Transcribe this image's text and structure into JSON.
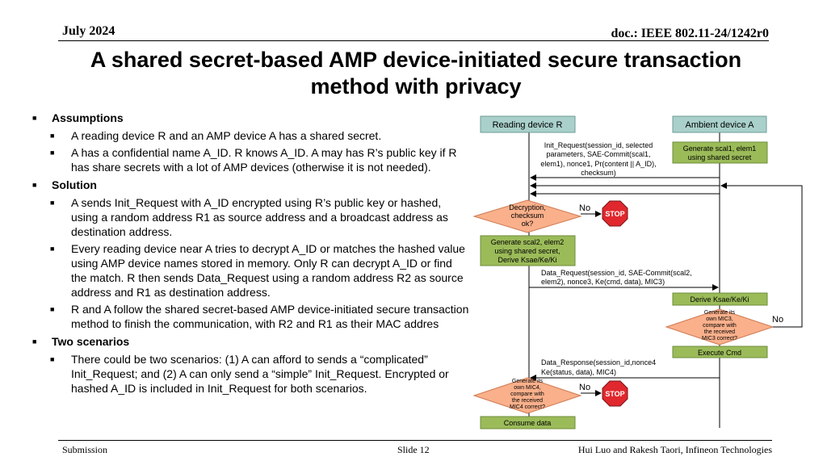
{
  "header": {
    "date": "July 2024",
    "doc": "doc.: IEEE 802.11-24/1242r0"
  },
  "title": "A shared secret-based AMP device-initiated secure transaction method with privacy",
  "bullets": {
    "assumptions": {
      "heading": "Assumptions",
      "items": [
        "A reading device R and an AMP device A has a shared secret.",
        "A has a confidential name A_ID. R knows A_ID. A may has R’s public key if R has share secrets with a lot of AMP devices (otherwise it is not needed)."
      ]
    },
    "solution": {
      "heading": "Solution",
      "items": [
        "A sends Init_Request with A_ID encrypted using R’s public key or hashed, using a random address R1 as source address and a broadcast address as destination address.",
        "Every reading device near A tries to decrypt A_ID or matches the hashed value using AMP device names stored in memory. Only R can decrypt A_ID or find the match. R then sends Data_Request using a random address R2 as source address and R1 as destination address.",
        "R and A follow the shared secret-based AMP device-initiated secure transaction method to finish the communication, with R2 and R1 as their MAC addres"
      ]
    },
    "scenarios": {
      "heading": "Two scenarios",
      "items": [
        "There could be two scenarios: (1) A can afford to sends a “complicated” Init_Request; and (2) A can only send a “simple” Init_Request. Encrypted or hashed A_ID is included in Init_Request for both scenarios."
      ]
    }
  },
  "diagram": {
    "reading_device": "Reading device R",
    "ambient_device": "Ambient device A",
    "init_request": [
      "Init_Request(session_id,  selected",
      "parameters, SAE-Commit(scal1,",
      "elem1), nonce1, Pr(content || A_ID),",
      "checksum)"
    ],
    "gen_a": [
      "Generate  scal1, elem1",
      "using shared secret"
    ],
    "decision_r": [
      "Decryption,",
      "checksum",
      "ok?"
    ],
    "no": "No",
    "stop": "STOP",
    "gen_r": [
      "Generate scal2, elem2",
      "using shared secret,",
      "Derive Ksae/Ke/Ki"
    ],
    "data_request": [
      "Data_Request(session_id,  SAE-Commit(scal2,",
      "elem2), nonce3, Ke(cmd, data), MIC3)"
    ],
    "derive_a": "Derive Ksae/Ke/Ki",
    "decision_a": [
      "Generate its",
      "own MIC3,",
      "compare with",
      "the received",
      "MIC3 correct?"
    ],
    "execute": "Execute Cmd",
    "data_response": [
      "Data_Response(session_id,nonce4",
      "Ke(status, data), MIC4)"
    ],
    "decision_r2": [
      "Generate its",
      "own MIC4,",
      "compare with",
      "the received",
      "MIC4 correct?"
    ],
    "consume": "Consume data",
    "colors": {
      "header_box": "#a9d0cb",
      "process_box": "#9bbb59",
      "decision": "#f9b08b",
      "stop": "#e0282e"
    }
  },
  "footer": {
    "left": "Submission",
    "center": "Slide 12",
    "right": "Hui Luo and Rakesh Taori, Infineon Technologies"
  }
}
